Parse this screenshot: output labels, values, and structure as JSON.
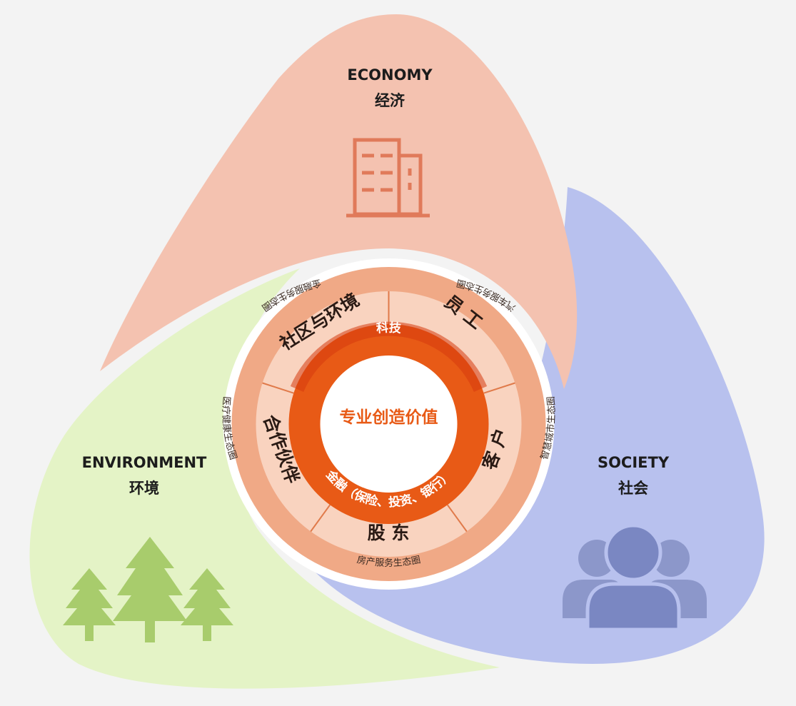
{
  "colors": {
    "background": "#f3f3f3",
    "economy": "#f4c2b0",
    "society": "#b8c1ee",
    "environment": "#e4f3c6",
    "economy_icon": "#e07a5a",
    "society_icon": "#7f8dc5",
    "environment_icon": "#a8cc6c",
    "outer_ring": "#f0a986",
    "mid_ring": "#f9d3bf",
    "inner_ring": "#e85a16",
    "center_text": "#e85a16"
  },
  "segments": {
    "economy": {
      "en": "ECONOMY",
      "zh": "经济",
      "icon": "building-icon"
    },
    "society": {
      "en": "SOCIETY",
      "zh": "社会",
      "icon": "people-icon"
    },
    "environment": {
      "en": "ENVIRONMENT",
      "zh": "环境",
      "icon": "trees-icon"
    }
  },
  "center": {
    "label": "专业创造价值"
  },
  "inner_ring": {
    "top": "科技",
    "bottom": "金融（保险、投资、银行）"
  },
  "stakeholders": [
    "员 工",
    "客 户",
    "股 东",
    "合作伙伴",
    "社区与环境"
  ],
  "ecosystems": [
    "汽车服务生态圈",
    "智慧城市生态圈",
    "房产服务生态圈",
    "医疗健康生态圈",
    "金融服务生态圈"
  ]
}
